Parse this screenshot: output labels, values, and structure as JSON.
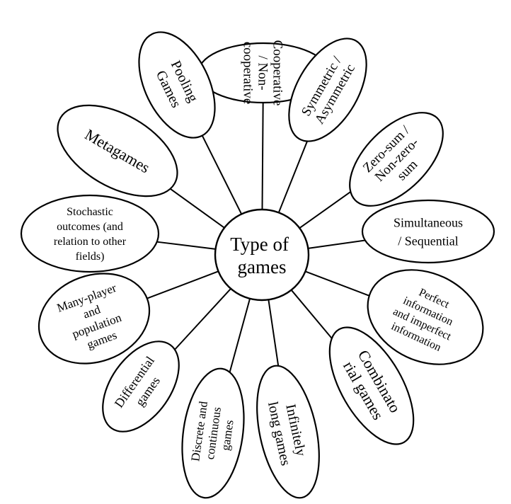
{
  "center": {
    "lines": [
      "Type of",
      "games"
    ]
  },
  "petals": [
    {
      "id": "cooperative",
      "lines": [
        "Cooperative",
        "/ Non-",
        "cooperative"
      ]
    },
    {
      "id": "symmetric",
      "lines": [
        "Symmetric /",
        "Asymmetric"
      ]
    },
    {
      "id": "zero-sum",
      "lines": [
        "Zero-sum /",
        "Non-zero-",
        "sum"
      ]
    },
    {
      "id": "simultaneous",
      "lines": [
        "Simultaneous",
        "/ Sequential"
      ]
    },
    {
      "id": "perfect-information",
      "lines": [
        "Perfect",
        "information",
        "and imperfect",
        "information"
      ]
    },
    {
      "id": "combinatorial",
      "lines": [
        "Combinato",
        "rial games"
      ]
    },
    {
      "id": "infinitely-long",
      "lines": [
        "Infinitely",
        "long games"
      ]
    },
    {
      "id": "discrete-continuous",
      "lines": [
        "Discrete and",
        "continuous",
        "games"
      ]
    },
    {
      "id": "differential",
      "lines": [
        "Differential",
        "games"
      ]
    },
    {
      "id": "many-player",
      "lines": [
        "Many-player",
        "and",
        "population",
        "games"
      ]
    },
    {
      "id": "stochastic",
      "lines": [
        "Stochastic",
        "outcomes (and",
        "relation to other",
        "fields)"
      ]
    },
    {
      "id": "metagames",
      "lines": [
        "Metagames"
      ]
    },
    {
      "id": "pooling",
      "lines": [
        "Pooling",
        "Games"
      ]
    }
  ]
}
